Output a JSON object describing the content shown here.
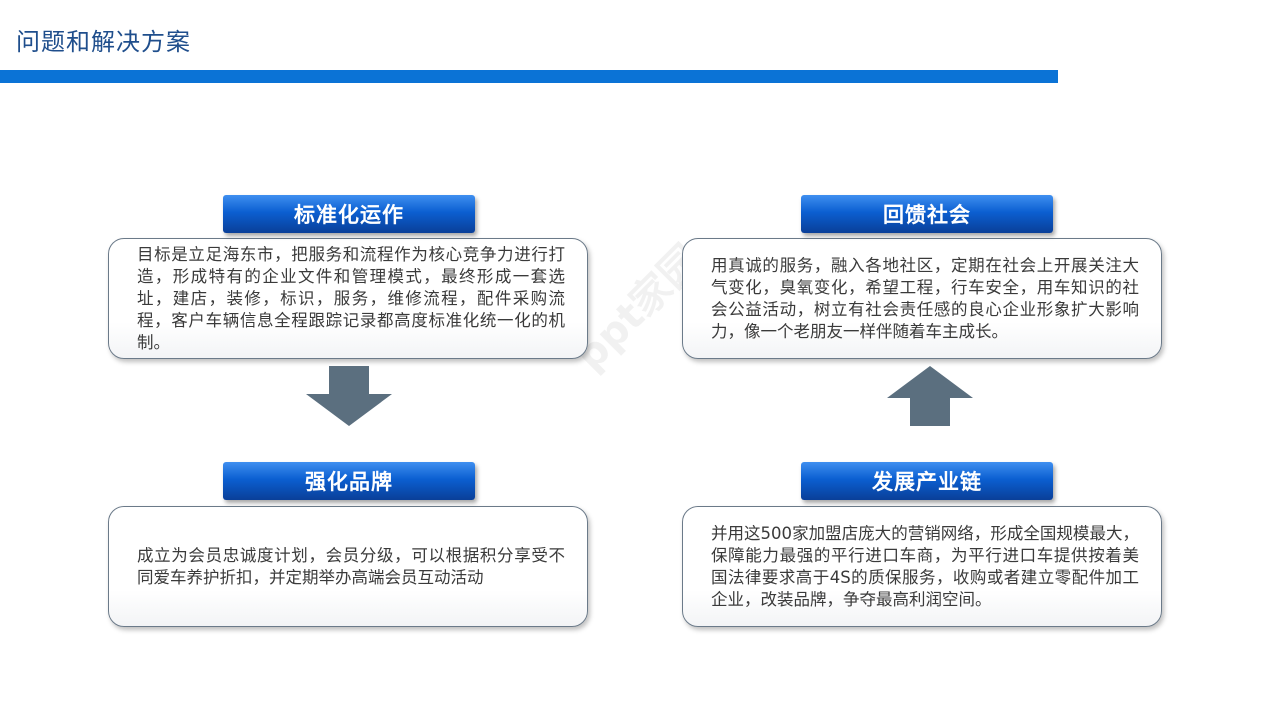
{
  "page": {
    "title": "问题和解决方案",
    "watermark": "ppt家园"
  },
  "colors": {
    "title_text": "#1f4e8c",
    "title_bar": "#0b73d6",
    "header_blue": "#0b5fd1",
    "arrow": "#5b6f7f"
  },
  "blocks": {
    "standardization": {
      "heading": "标准化运作",
      "text": "目标是立足海东市，把服务和流程作为核心竞争力进行打造，形成特有的企业文件和管理模式，最终形成一套选址，建店，装修，标识，服务，维修流程，配件采购流程，客户车辆信息全程跟踪记录都高度标准化统一化的机制。"
    },
    "brand": {
      "heading": "强化品牌",
      "text": "成立为会员忠诚度计划，会员分级，可以根据积分享受不同爱车养护折扣，并定期举办高端会员互动活动"
    },
    "society": {
      "heading": "回馈社会",
      "text": "用真诚的服务，融入各地社区，定期在社会上开展关注大气变化，臭氧变化，希望工程，行车安全，用车知识的社会公益活动，树立有社会责任感的良心企业形象扩大影响力，像一个老朋友一样伴随着车主成长。"
    },
    "industry_chain": {
      "heading": "发展产业链",
      "text": "并用这500家加盟店庞大的营销网络，形成全国规模最大，保障能力最强的平行进口车商，为平行进口车提供按着美国法律要求高于4S的质保服务，收购或者建立零配件加工企业，改装品牌，争夺最高利润空间。"
    }
  },
  "arrows": {
    "left": "arrow-down-icon",
    "right": "arrow-up-icon"
  }
}
